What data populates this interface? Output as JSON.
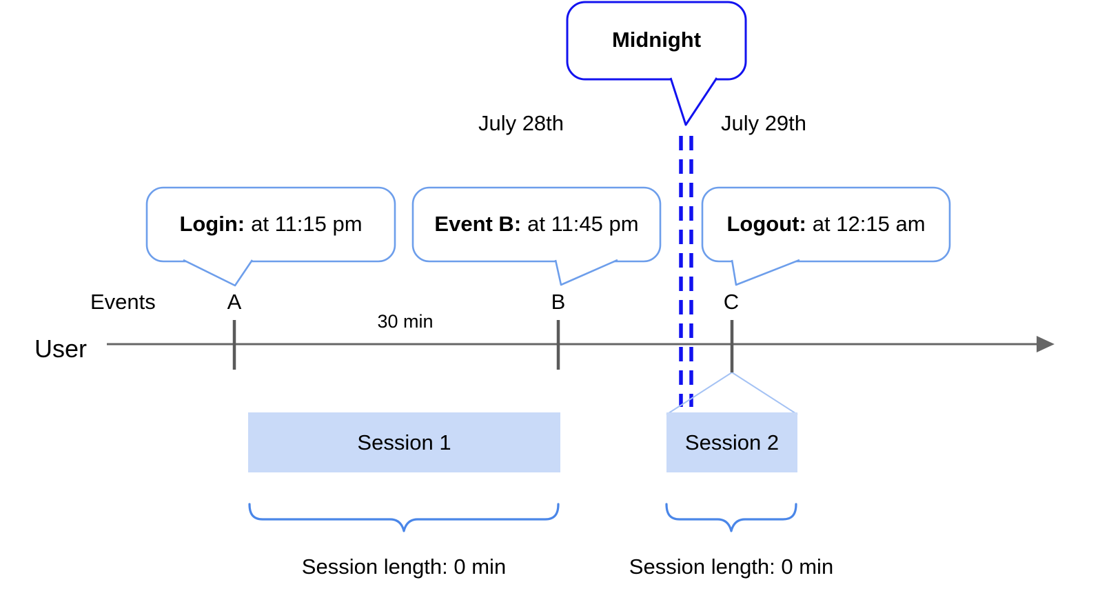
{
  "title_bubble": {
    "text": "Midnight"
  },
  "dates": {
    "left": "July 28th",
    "right": "July 29th"
  },
  "event_bubbles": [
    {
      "label": "Login:",
      "time": "at 11:15 pm"
    },
    {
      "label": "Event B:",
      "time": "at 11:45 pm"
    },
    {
      "label": "Logout:",
      "time": "at 12:15 am"
    }
  ],
  "timeline": {
    "events_label": "Events",
    "axis_label": "User",
    "event_markers": [
      "A",
      "B",
      "C"
    ],
    "interval_label": "30 min"
  },
  "sessions": [
    {
      "name": "Session 1",
      "length_label": "Session length: 0 min"
    },
    {
      "name": "Session 2",
      "length_label": "Session length: 0 min"
    }
  ],
  "colors": {
    "midnight_bubble_border": "#1212ef",
    "event_bubble_border": "#6d9eeb",
    "divider_dash": "#1212ef",
    "session_fill": "#c9daf8",
    "brace": "#4a86e8",
    "connector": "#a4c2f4",
    "axis": "#666666",
    "tick": "#5a5a5a",
    "text": "#000000"
  }
}
